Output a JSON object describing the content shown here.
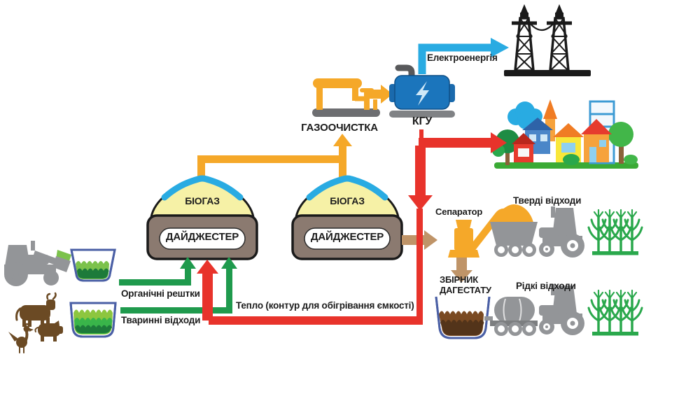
{
  "labels": {
    "electricity": "Електроенергія",
    "gas_cleaning": "ГАЗООЧИСТКА",
    "chp_unit": "КГУ",
    "biogas": "БІОГАЗ",
    "digester": "ДАЙДЖЕСТЕР",
    "organic_residues": "Органічні рештки",
    "animal_waste": "Тваринні відходи",
    "heat_loop": "Тепло (контур для обігрівання ємкості)",
    "separator": "Сепаратор",
    "solid_waste": "Тверді відходи",
    "digestate_collector_lines": [
      "ЗБІРНИК",
      "ДАГЕСТАТУ"
    ],
    "liquid_waste": "Рідкі відходи"
  },
  "icons": [
    {
      "name": "loader-tractor-icon",
      "meaning": "tractor loading organic residues"
    },
    {
      "name": "feedstock-container-icon",
      "meaning": "container with green feedstock"
    },
    {
      "name": "livestock-icon",
      "meaning": "cow, pig and rooster producing animal waste"
    },
    {
      "name": "digester-icon",
      "meaning": "biogas digester dome"
    },
    {
      "name": "gas-cleaning-unit-icon",
      "meaning": "gas cleaning compressor unit"
    },
    {
      "name": "chp-generator-icon",
      "meaning": "combined heat and power generator"
    },
    {
      "name": "power-lines-icon",
      "meaning": "electricity transmission towers"
    },
    {
      "name": "village-icon",
      "meaning": "village consuming heat and power"
    },
    {
      "name": "separator-icon",
      "meaning": "digestate separator"
    },
    {
      "name": "solid-waste-trailer-icon",
      "meaning": "trailer with solid fraction"
    },
    {
      "name": "tank-trailer-icon",
      "meaning": "liquid fraction tank trailer"
    },
    {
      "name": "tractor-icon",
      "meaning": "field tractor"
    },
    {
      "name": "crops-icon",
      "meaning": "crops fertilized with digestate"
    },
    {
      "name": "digestate-tank-icon",
      "meaning": "digestate collector tank"
    }
  ],
  "colors": {
    "green_flow": "#1f9a4d",
    "red_flow": "#e8332b",
    "orange_flow": "#f5a829",
    "tan_flow": "#bf9468",
    "electric_blue": "#29abe2",
    "chp_blue": "#1b75bc",
    "dome_yellow": "#f6f1a6",
    "digester_base": "#8b7a70",
    "machine_gray": "#939598",
    "base_gray": "#808285",
    "animal_brown": "#6b4a24",
    "digestate_brown": "#5a3a1e",
    "crop_green": "#2aa84c",
    "container_border": "#4a5fa5",
    "text": "#1c1c1c"
  }
}
